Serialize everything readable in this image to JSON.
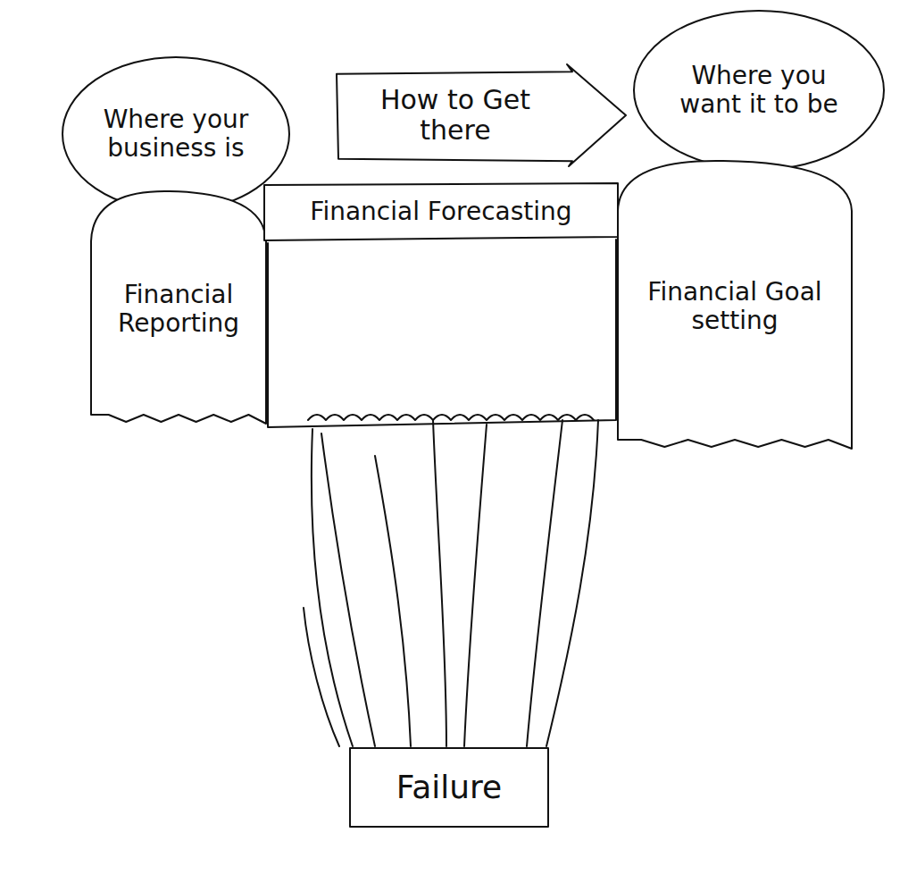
{
  "diagram": {
    "nodes": [
      {
        "text": [
          "Where your business is"
        ]
      },
      {
        "text": [
          "How to Get there"
        ]
      },
      {
        "text": [
          "Where you want it to be"
        ]
      },
      {
        "text": [
          "Financial Reporting"
        ]
      },
      {
        "text": [
          "Financial Forecasting"
        ]
      },
      {
        "text": [
          "Financial Goal setting"
        ]
      },
      {
        "text": [
          "Failure"
        ]
      }
    ]
  }
}
